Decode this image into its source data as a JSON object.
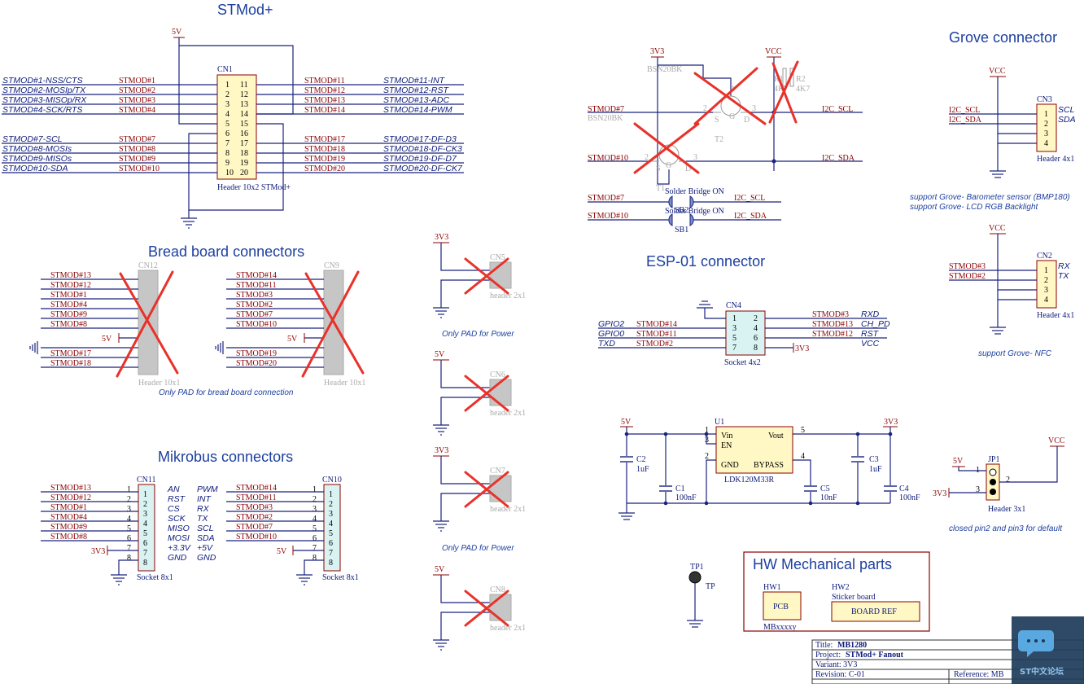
{
  "titles": {
    "stmod": "STMod+",
    "grove": "Grove connector",
    "bread": "Bread board connectors",
    "esp": "ESP-01 connector",
    "mikro": "Mikrobus connectors",
    "hw": "HW Mechanical parts"
  },
  "power": {
    "v5": "5V",
    "v3": "3V3",
    "vcc": "VCC"
  },
  "cn1": {
    "ref": "CN1",
    "value": "Header 10x2 STMod+",
    "left_nets": [
      "STMOD#1-NSS/CTS",
      "STMOD#2-MOSIp/TX",
      "STMOD#3-MISOp/RX",
      "STMOD#4-SCK/RTS",
      "STMOD#7-SCL",
      "STMOD#8-MOSIs",
      "STMOD#9-MISOs",
      "STMOD#10-SDA"
    ],
    "left_sigs": [
      "STMOD#1",
      "STMOD#2",
      "STMOD#3",
      "STMOD#4",
      "STMOD#7",
      "STMOD#8",
      "STMOD#9",
      "STMOD#10"
    ],
    "right_sigs": [
      "STMOD#11",
      "STMOD#12",
      "STMOD#13",
      "STMOD#14",
      "STMOD#17",
      "STMOD#18",
      "STMOD#19",
      "STMOD#20"
    ],
    "right_nets": [
      "STMOD#11-INT",
      "STMOD#12-RST",
      "STMOD#13-ADC",
      "STMOD#14-PWM",
      "STMOD#17-DF-D3",
      "STMOD#18-DF-CK3",
      "STMOD#19-DF-D7",
      "STMOD#20-DF-CK7"
    ],
    "pins_left": [
      "1",
      "2",
      "3",
      "4",
      "5",
      "6",
      "7",
      "8",
      "9",
      "10"
    ],
    "pins_right": [
      "11",
      "12",
      "13",
      "14",
      "15",
      "16",
      "17",
      "18",
      "19",
      "20"
    ]
  },
  "i2c": {
    "t1": "T1",
    "t2": "T2",
    "bsn_top": "BSN20BK",
    "bsn_mid": "BSN20BK",
    "r1": "R1",
    "r2": "R2",
    "r1v": "4K7",
    "r2v": "4K7",
    "stmod7": "STMOD#7",
    "stmod10": "STMOD#10",
    "scl": "I2C_SCL",
    "sda": "I2C_SDA",
    "g": "G",
    "s": "S",
    "d": "D",
    "p1": "1",
    "p2": "2",
    "p3": "3",
    "sb_label": "Solder Bridge ON",
    "sb1": "SB1",
    "sb2": "SB2"
  },
  "cn3": {
    "ref": "CN3",
    "value": "Header 4x1",
    "sigs": [
      "I2C_SCL",
      "I2C_SDA"
    ],
    "nets": [
      "SCL",
      "SDA"
    ],
    "pins": [
      "1",
      "2",
      "3",
      "4"
    ],
    "note": "support Grove- Barometer sensor (BMP180)",
    "note2": "support Grove- LCD RGB Backlight"
  },
  "cn2": {
    "ref": "CN2",
    "value": "Header 4x1",
    "sigs": [
      "STMOD#3",
      "STMOD#2"
    ],
    "nets": [
      "RX",
      "TX"
    ],
    "pins": [
      "1",
      "2",
      "3",
      "4"
    ],
    "note": "support Grove- NFC"
  },
  "cn12": {
    "ref": "CN12",
    "value": "Header 10x1",
    "sigs": [
      "STMOD#13",
      "STMOD#12",
      "STMOD#1",
      "STMOD#4",
      "STMOD#9",
      "STMOD#8",
      "STMOD#17",
      "STMOD#18"
    ]
  },
  "cn9": {
    "ref": "CN9",
    "value": "Header 10x1",
    "sigs": [
      "STMOD#14",
      "STMOD#11",
      "STMOD#3",
      "STMOD#2",
      "STMOD#7",
      "STMOD#10",
      "STMOD#19",
      "STMOD#20"
    ]
  },
  "bread_note": "Only PAD for bread board connection",
  "pads": {
    "cn5": "CN5",
    "cn6": "CN6",
    "cn7": "CN7",
    "cn8": "CN8",
    "value": "header 2x1",
    "note": "Only PAD for Power"
  },
  "cn4": {
    "ref": "CN4",
    "value": "Socket 4x2",
    "left_nets": [
      "GPIO2",
      "GPIO0",
      "TXD"
    ],
    "left_sigs": [
      "STMOD#14",
      "STMOD#11",
      "STMOD#2"
    ],
    "right_sigs": [
      "STMOD#3",
      "STMOD#13",
      "STMOD#12"
    ],
    "right_nets": [
      "RXD",
      "CH_PD",
      "RST",
      "VCC"
    ],
    "pins_left": [
      "1",
      "3",
      "5",
      "7"
    ],
    "pins_right": [
      "2",
      "4",
      "6",
      "8"
    ]
  },
  "ldo": {
    "ref": "U1",
    "value": "LDK120M33R",
    "vin": "Vin",
    "en": "EN",
    "gnd": "GND",
    "bypass": "BYPASS",
    "vout": "Vout",
    "p1": "1",
    "p3": "3",
    "p2": "2",
    "p4": "4",
    "p5": "5",
    "c1": "C1",
    "c1v": "100nF",
    "c2": "C2",
    "c2v": "1uF",
    "c3": "C3",
    "c3v": "1uF",
    "c4": "C4",
    "c4v": "100nF",
    "c5": "C5",
    "c5v": "10nF"
  },
  "cn11": {
    "ref": "CN11",
    "value": "Socket 8x1",
    "sigs": [
      "STMOD#13",
      "STMOD#12",
      "STMOD#1",
      "STMOD#4",
      "STMOD#9",
      "STMOD#8"
    ],
    "pins": [
      "1",
      "2",
      "3",
      "4",
      "5",
      "6",
      "7",
      "8"
    ],
    "fa": [
      "AN",
      "RST",
      "CS",
      "SCK",
      "MISO",
      "MOSI",
      "+3.3V",
      "GND"
    ],
    "fb": [
      "PWM",
      "INT",
      "RX",
      "TX",
      "SCL",
      "SDA",
      "+5V",
      "GND"
    ]
  },
  "cn10": {
    "ref": "CN10",
    "value": "Socket 8x1",
    "sigs": [
      "STMOD#14",
      "STMOD#11",
      "STMOD#3",
      "STMOD#2",
      "STMOD#7",
      "STMOD#10"
    ],
    "pins": [
      "1",
      "2",
      "3",
      "4",
      "5",
      "6",
      "7",
      "8"
    ]
  },
  "jp1": {
    "ref": "JP1",
    "value": "Header 3x1",
    "p1": "1",
    "p2": "2",
    "p3": "3",
    "note": "closed pin2 and pin3 for default"
  },
  "tp": {
    "ref": "TP1",
    "value": "TP"
  },
  "hw": {
    "hw1": "HW1",
    "hw1_box": "PCB",
    "hw1_val": "MBxxxxy",
    "hw2": "HW2",
    "hw2_desc": "Sticker board",
    "hw2_box": "BOARD REF"
  },
  "titleblock": {
    "title_k": "Title:",
    "title_v": "MB1280",
    "project_k": "Project:",
    "project_v": "STMod+ Fanout",
    "variant": "Variant:  3V3",
    "revision": "Revision:  C-01",
    "reference": "Reference:  MB"
  },
  "watermark": "ST中文论坛"
}
